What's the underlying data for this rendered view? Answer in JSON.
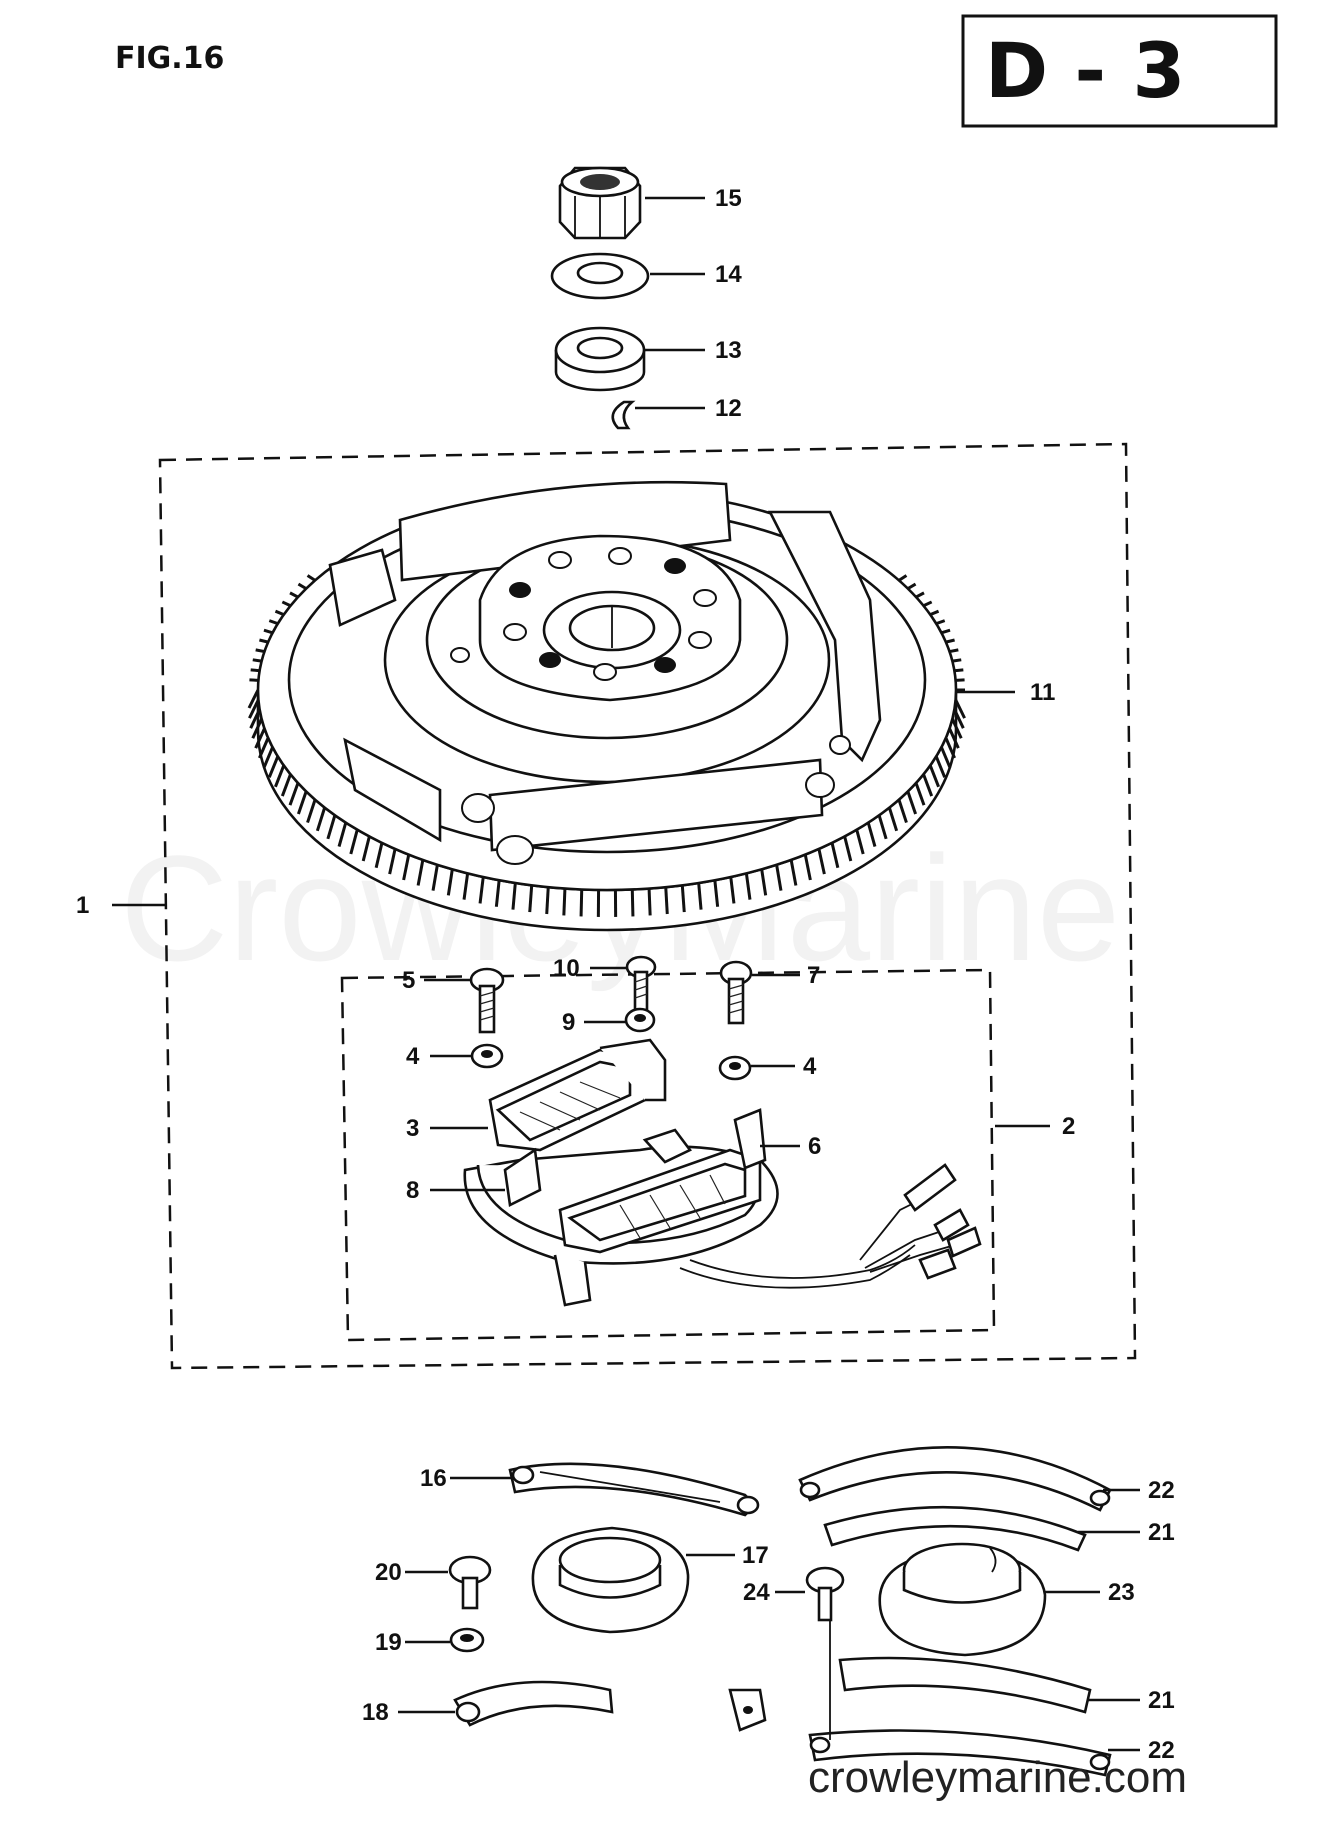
{
  "figure_label": "FIG.16",
  "sheet_code": "D - 3",
  "watermark": "CrowleyMarine",
  "website": "crowleymarine.com",
  "callouts": {
    "c1": "1",
    "c2": "2",
    "c3": "3",
    "c4a": "4",
    "c4b": "4",
    "c5": "5",
    "c6": "6",
    "c7": "7",
    "c8": "8",
    "c9": "9",
    "c10": "10",
    "c11": "11",
    "c12": "12",
    "c13": "13",
    "c14": "14",
    "c15": "15",
    "c16": "16",
    "c17": "17",
    "c18": "18",
    "c19": "19",
    "c20": "20",
    "c21a": "21",
    "c21b": "21",
    "c22a": "22",
    "c22b": "22",
    "c23": "23",
    "c24": "24"
  }
}
